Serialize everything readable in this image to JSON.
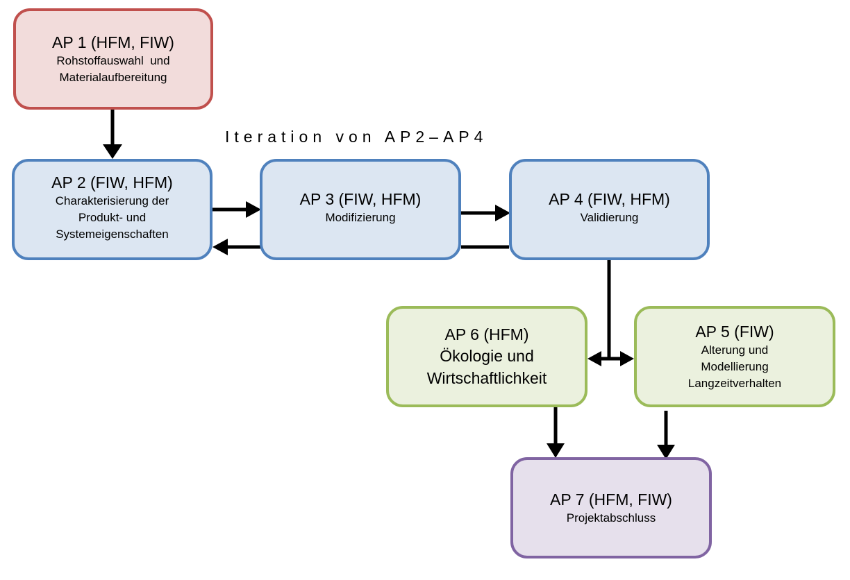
{
  "iteration_label": "Iteration von AP2–AP4",
  "colors": {
    "red_fill": "#f2dcdb",
    "red_border": "#c0504d",
    "blue_fill": "#dce6f2",
    "blue_border": "#4f81bd",
    "green_fill": "#ebf1de",
    "green_border": "#9bbb59",
    "purple_fill": "#e6e0ec",
    "purple_border": "#8064a2",
    "arrow": "#000000"
  },
  "boxes": {
    "ap1": {
      "title": "AP 1 (HFM, FIW)",
      "lines": [
        "Rohstoffauswahl  und",
        "Materialaufbereitung"
      ]
    },
    "ap2": {
      "title": "AP 2 (FIW, HFM)",
      "lines": [
        "Charakterisierung der",
        "Produkt- und",
        "Systemeigenschaften"
      ]
    },
    "ap3": {
      "title": "AP 3 (FIW, HFM)",
      "lines": [
        "Modifizierung"
      ]
    },
    "ap4": {
      "title": "AP 4 (FIW, HFM)",
      "lines": [
        "Validierung"
      ]
    },
    "ap5": {
      "title": "AP 5 (FIW)",
      "lines": [
        "Alterung und",
        "Modellierung",
        "Langzeitverhalten"
      ]
    },
    "ap6": {
      "title": "AP 6 (HFM)",
      "lines": [
        "Ökologie und",
        "Wirtschaftlichkeit"
      ]
    },
    "ap7": {
      "title": "AP 7 (HFM, FIW)",
      "lines": [
        "Projektabschluss"
      ]
    }
  }
}
